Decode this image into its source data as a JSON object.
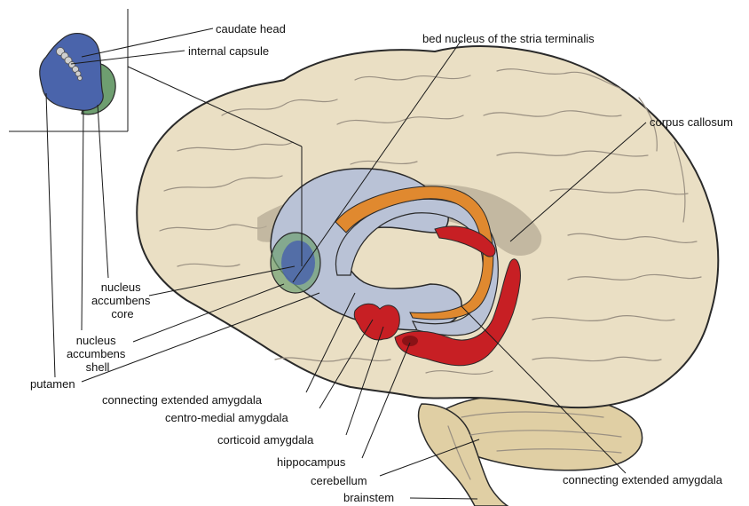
{
  "labels": {
    "caudate_head": "caudate head",
    "internal_capsule": "internal capsule",
    "bnst": "bed nucleus of the stria terminalis",
    "corpus_callosum": "corpus callosum",
    "nac_core": [
      "nucleus",
      "accumbens",
      "core"
    ],
    "nac_shell": [
      "nucleus",
      "accumbens",
      "shell"
    ],
    "putamen": "putamen",
    "connecting_ext_amygdala_left": "connecting extended amygdala",
    "centro_medial_amygdala": "centro-medial amygdala",
    "corticoid_amygdala": "corticoid amygdala",
    "hippocampus": "hippocampus",
    "cerebellum": "cerebellum",
    "brainstem": "brainstem",
    "connecting_ext_amygdala_right": "connecting extended amygdala"
  },
  "colors": {
    "cortex": "#eadfc4",
    "cortex_outline": "#2a2a2a",
    "cerebellum": "#e0cfa4",
    "striatum": "#b9c2d6",
    "caudate_blue": "#4a64ab",
    "nac_shell_green": "#6e9e70",
    "stria_terminalis": "#e0892f",
    "amygdala_red": "#c71f24",
    "corpus_callosum_shadow": "#b6ab96"
  }
}
